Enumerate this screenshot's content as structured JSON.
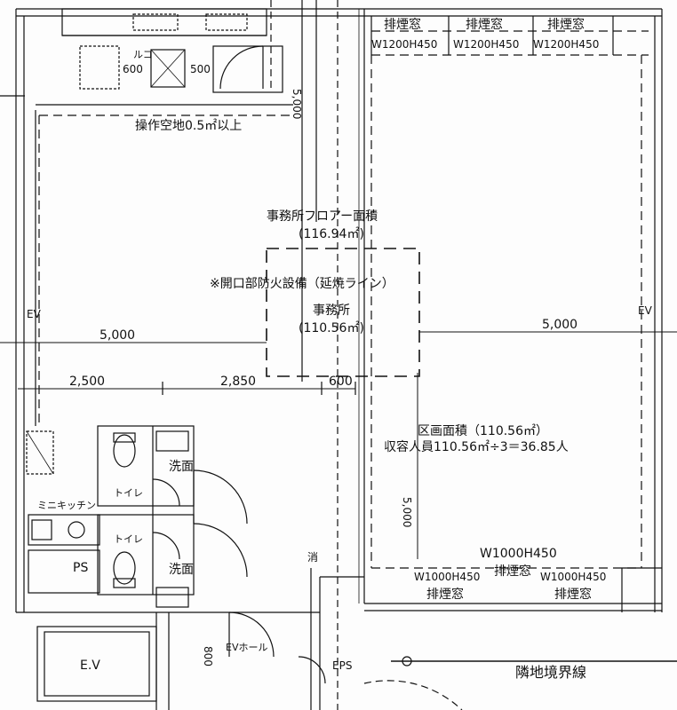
{
  "top_windows": {
    "label": "排煙窓",
    "size": "W1200H450"
  },
  "bottom_windows": {
    "label": "排煙窓",
    "size": "W1000H450"
  },
  "kitchen_box": {
    "label": "ルコ",
    "dim_left": "600",
    "dim_right": "500"
  },
  "operation_space": "操作空地0.5㎡以上",
  "floor_area": {
    "title": "事務所フロアー面積",
    "value": "(116.94㎡)"
  },
  "fire_line_note": "※開口部防火設備（延焼ライン）",
  "office": {
    "title": "事務所",
    "value": "(110.56㎡)"
  },
  "dimensions": {
    "top_vertical": "5,000",
    "left_horizontal": "5,000",
    "right_horizontal": "5,000",
    "lower_a": "2,500",
    "lower_b": "2,850",
    "lower_c": "600",
    "lower_vertical": "5,000",
    "ev_hall_depth": "800"
  },
  "compartment": {
    "area": "区画面積（110.56㎡）",
    "capacity": "収容人員110.56㎡÷3＝36.85人"
  },
  "ev_label_left": "EV",
  "ev_label_right": "EV",
  "rooms": {
    "washroom_top": "洗面",
    "washroom_bottom": "洗面",
    "toilet_top": "トイレ",
    "toilet_bottom": "トイレ",
    "mini_kitchen": "ミニキッチン",
    "ps": "PS",
    "hydrant": "消",
    "elevator": "E.V",
    "ev_hall": "EVホール",
    "eps": "EPS",
    "boundary": "隣地境界線"
  }
}
